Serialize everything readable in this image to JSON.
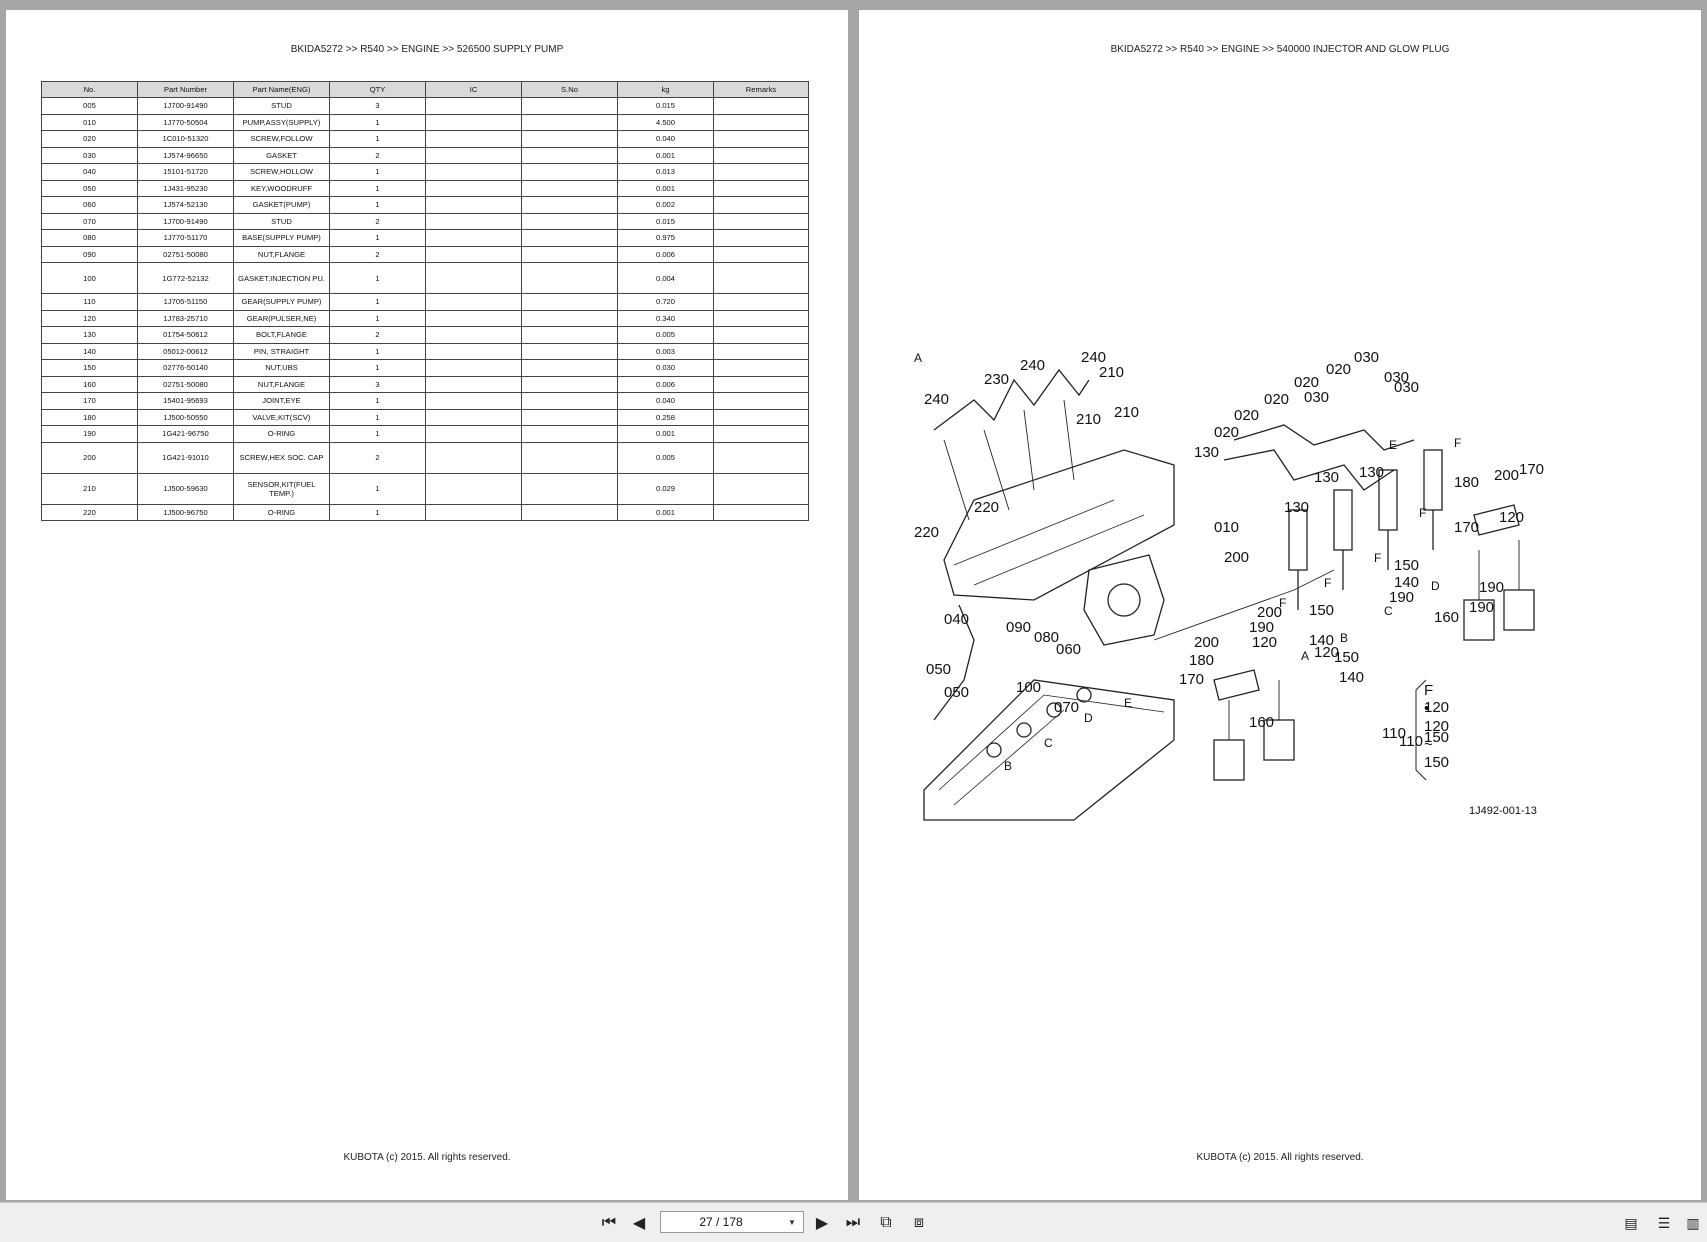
{
  "left_page": {
    "breadcrumb": "BKIDA5272 >> R540 >> ENGINE >> 526500   SUPPLY PUMP",
    "footer": "KUBOTA (c) 2015. All rights reserved.",
    "columns": [
      "No.",
      "Part Number",
      "Part Name(ENG)",
      "QTY",
      "IC",
      "S.No",
      "kg",
      "Remarks"
    ],
    "rows": [
      {
        "no": "005",
        "part": "1J700-91490",
        "name": "STUD",
        "qty": "3",
        "ic": "",
        "sno": "",
        "kg": "0.015",
        "remarks": ""
      },
      {
        "no": "010",
        "part": "1J770-50504",
        "name": "PUMP,ASSY(SUPPLY)",
        "qty": "1",
        "ic": "",
        "sno": "",
        "kg": "4.500",
        "remarks": ""
      },
      {
        "no": "020",
        "part": "1C010-51320",
        "name": "SCREW,FOLLOW",
        "qty": "1",
        "ic": "",
        "sno": "",
        "kg": "0.040",
        "remarks": ""
      },
      {
        "no": "030",
        "part": "1J574-96650",
        "name": "GASKET",
        "qty": "2",
        "ic": "",
        "sno": "",
        "kg": "0.001",
        "remarks": ""
      },
      {
        "no": "040",
        "part": "15101-51720",
        "name": "SCREW,HOLLOW",
        "qty": "1",
        "ic": "",
        "sno": "",
        "kg": "0.013",
        "remarks": ""
      },
      {
        "no": "050",
        "part": "1J431-95230",
        "name": "KEY,WOODRUFF",
        "qty": "1",
        "ic": "",
        "sno": "",
        "kg": "0.001",
        "remarks": ""
      },
      {
        "no": "060",
        "part": "1J574-52130",
        "name": "GASKET(PUMP)",
        "qty": "1",
        "ic": "",
        "sno": "",
        "kg": "0.002",
        "remarks": ""
      },
      {
        "no": "070",
        "part": "1J700-91490",
        "name": "STUD",
        "qty": "2",
        "ic": "",
        "sno": "",
        "kg": "0.015",
        "remarks": ""
      },
      {
        "no": "080",
        "part": "1J770-51170",
        "name": "BASE(SUPPLY PUMP)",
        "qty": "1",
        "ic": "",
        "sno": "",
        "kg": "0.975",
        "remarks": ""
      },
      {
        "no": "090",
        "part": "02751-50080",
        "name": "NUT,FLANGE",
        "qty": "2",
        "ic": "",
        "sno": "",
        "kg": "0.006",
        "remarks": ""
      },
      {
        "no": "100",
        "part": "1G772-52132",
        "name": "GASKET,INJECTION PU.",
        "qty": "1",
        "ic": "",
        "sno": "",
        "kg": "0.004",
        "remarks": "",
        "tall": true
      },
      {
        "no": "110",
        "part": "1J705-51150",
        "name": "GEAR(SUPPLY PUMP)",
        "qty": "1",
        "ic": "",
        "sno": "",
        "kg": "0.720",
        "remarks": ""
      },
      {
        "no": "120",
        "part": "1J783-25710",
        "name": "GEAR(PULSER,NE)",
        "qty": "1",
        "ic": "",
        "sno": "",
        "kg": "0.340",
        "remarks": ""
      },
      {
        "no": "130",
        "part": "01754-50612",
        "name": "BOLT,FLANGE",
        "qty": "2",
        "ic": "",
        "sno": "",
        "kg": "0.005",
        "remarks": ""
      },
      {
        "no": "140",
        "part": "05012-00612",
        "name": "PIN, STRAIGHT",
        "qty": "1",
        "ic": "",
        "sno": "",
        "kg": "0.003",
        "remarks": ""
      },
      {
        "no": "150",
        "part": "02776-50140",
        "name": "NUT,UBS",
        "qty": "1",
        "ic": "",
        "sno": "",
        "kg": "0.030",
        "remarks": ""
      },
      {
        "no": "160",
        "part": "02751-50080",
        "name": "NUT,FLANGE",
        "qty": "3",
        "ic": "",
        "sno": "",
        "kg": "0.006",
        "remarks": ""
      },
      {
        "no": "170",
        "part": "15401-95693",
        "name": "JOINT,EYE",
        "qty": "1",
        "ic": "",
        "sno": "",
        "kg": "0.040",
        "remarks": ""
      },
      {
        "no": "180",
        "part": "1J500-50550",
        "name": "VALVE,KIT(SCV)",
        "qty": "1",
        "ic": "",
        "sno": "",
        "kg": "0.258",
        "remarks": ""
      },
      {
        "no": "190",
        "part": "1G421-96750",
        "name": "O-RING",
        "qty": "1",
        "ic": "",
        "sno": "",
        "kg": "0.001",
        "remarks": ""
      },
      {
        "no": "200",
        "part": "1G421-91010",
        "name": "SCREW,HEX SOC. CAP",
        "qty": "2",
        "ic": "",
        "sno": "",
        "kg": "0.005",
        "remarks": "",
        "tall": true
      },
      {
        "no": "210",
        "part": "1J500-59630",
        "name": "SENSOR,KIT(FUEL TEMP.)",
        "qty": "1",
        "ic": "",
        "sno": "",
        "kg": "0.029",
        "remarks": "",
        "tall": true
      },
      {
        "no": "220",
        "part": "1J500-96750",
        "name": "O-RING",
        "qty": "1",
        "ic": "",
        "sno": "",
        "kg": "0.001",
        "remarks": ""
      }
    ]
  },
  "right_page": {
    "breadcrumb": "BKIDA5272 >> R540 >> ENGINE >> 540000   INJECTOR AND GLOW PLUG",
    "footer": "KUBOTA (c) 2015. All rights reserved.",
    "diagram_code": "1J492-001-13",
    "callouts": [
      "240",
      "230",
      "240",
      "210",
      "220",
      "210",
      "210",
      "220",
      "240",
      "020",
      "030",
      "020",
      "030",
      "020",
      "030",
      "020",
      "030",
      "020",
      "130",
      "130",
      "130",
      "130",
      "200",
      "180",
      "200",
      "170",
      "170",
      "120",
      "150",
      "140",
      "190",
      "160",
      "190",
      "200",
      "120",
      "150",
      "140",
      "120",
      "150",
      "140",
      "190",
      "010",
      "040",
      "090",
      "080",
      "060",
      "050",
      "050",
      "100",
      "070",
      "200",
      "180",
      "170",
      "190",
      "160",
      "110",
      "F",
      "F",
      "F",
      "F",
      "F",
      "120",
      "150",
      "A",
      "B",
      "C",
      "D",
      "E",
      "E",
      "D",
      "C",
      "B",
      "A"
    ],
    "inset_label": "110",
    "inset_lines": [
      "F",
      "•",
      "120",
      "~",
      "150"
    ]
  },
  "toolbar": {
    "page_indicator": "27 / 178",
    "icons": [
      "first-page-icon",
      "prev-page-icon",
      "next-page-icon",
      "last-page-icon",
      "sync-view-icon",
      "continuous-view-icon",
      "single-page-icon",
      "two-page-icon",
      "dual-page-icon"
    ]
  }
}
